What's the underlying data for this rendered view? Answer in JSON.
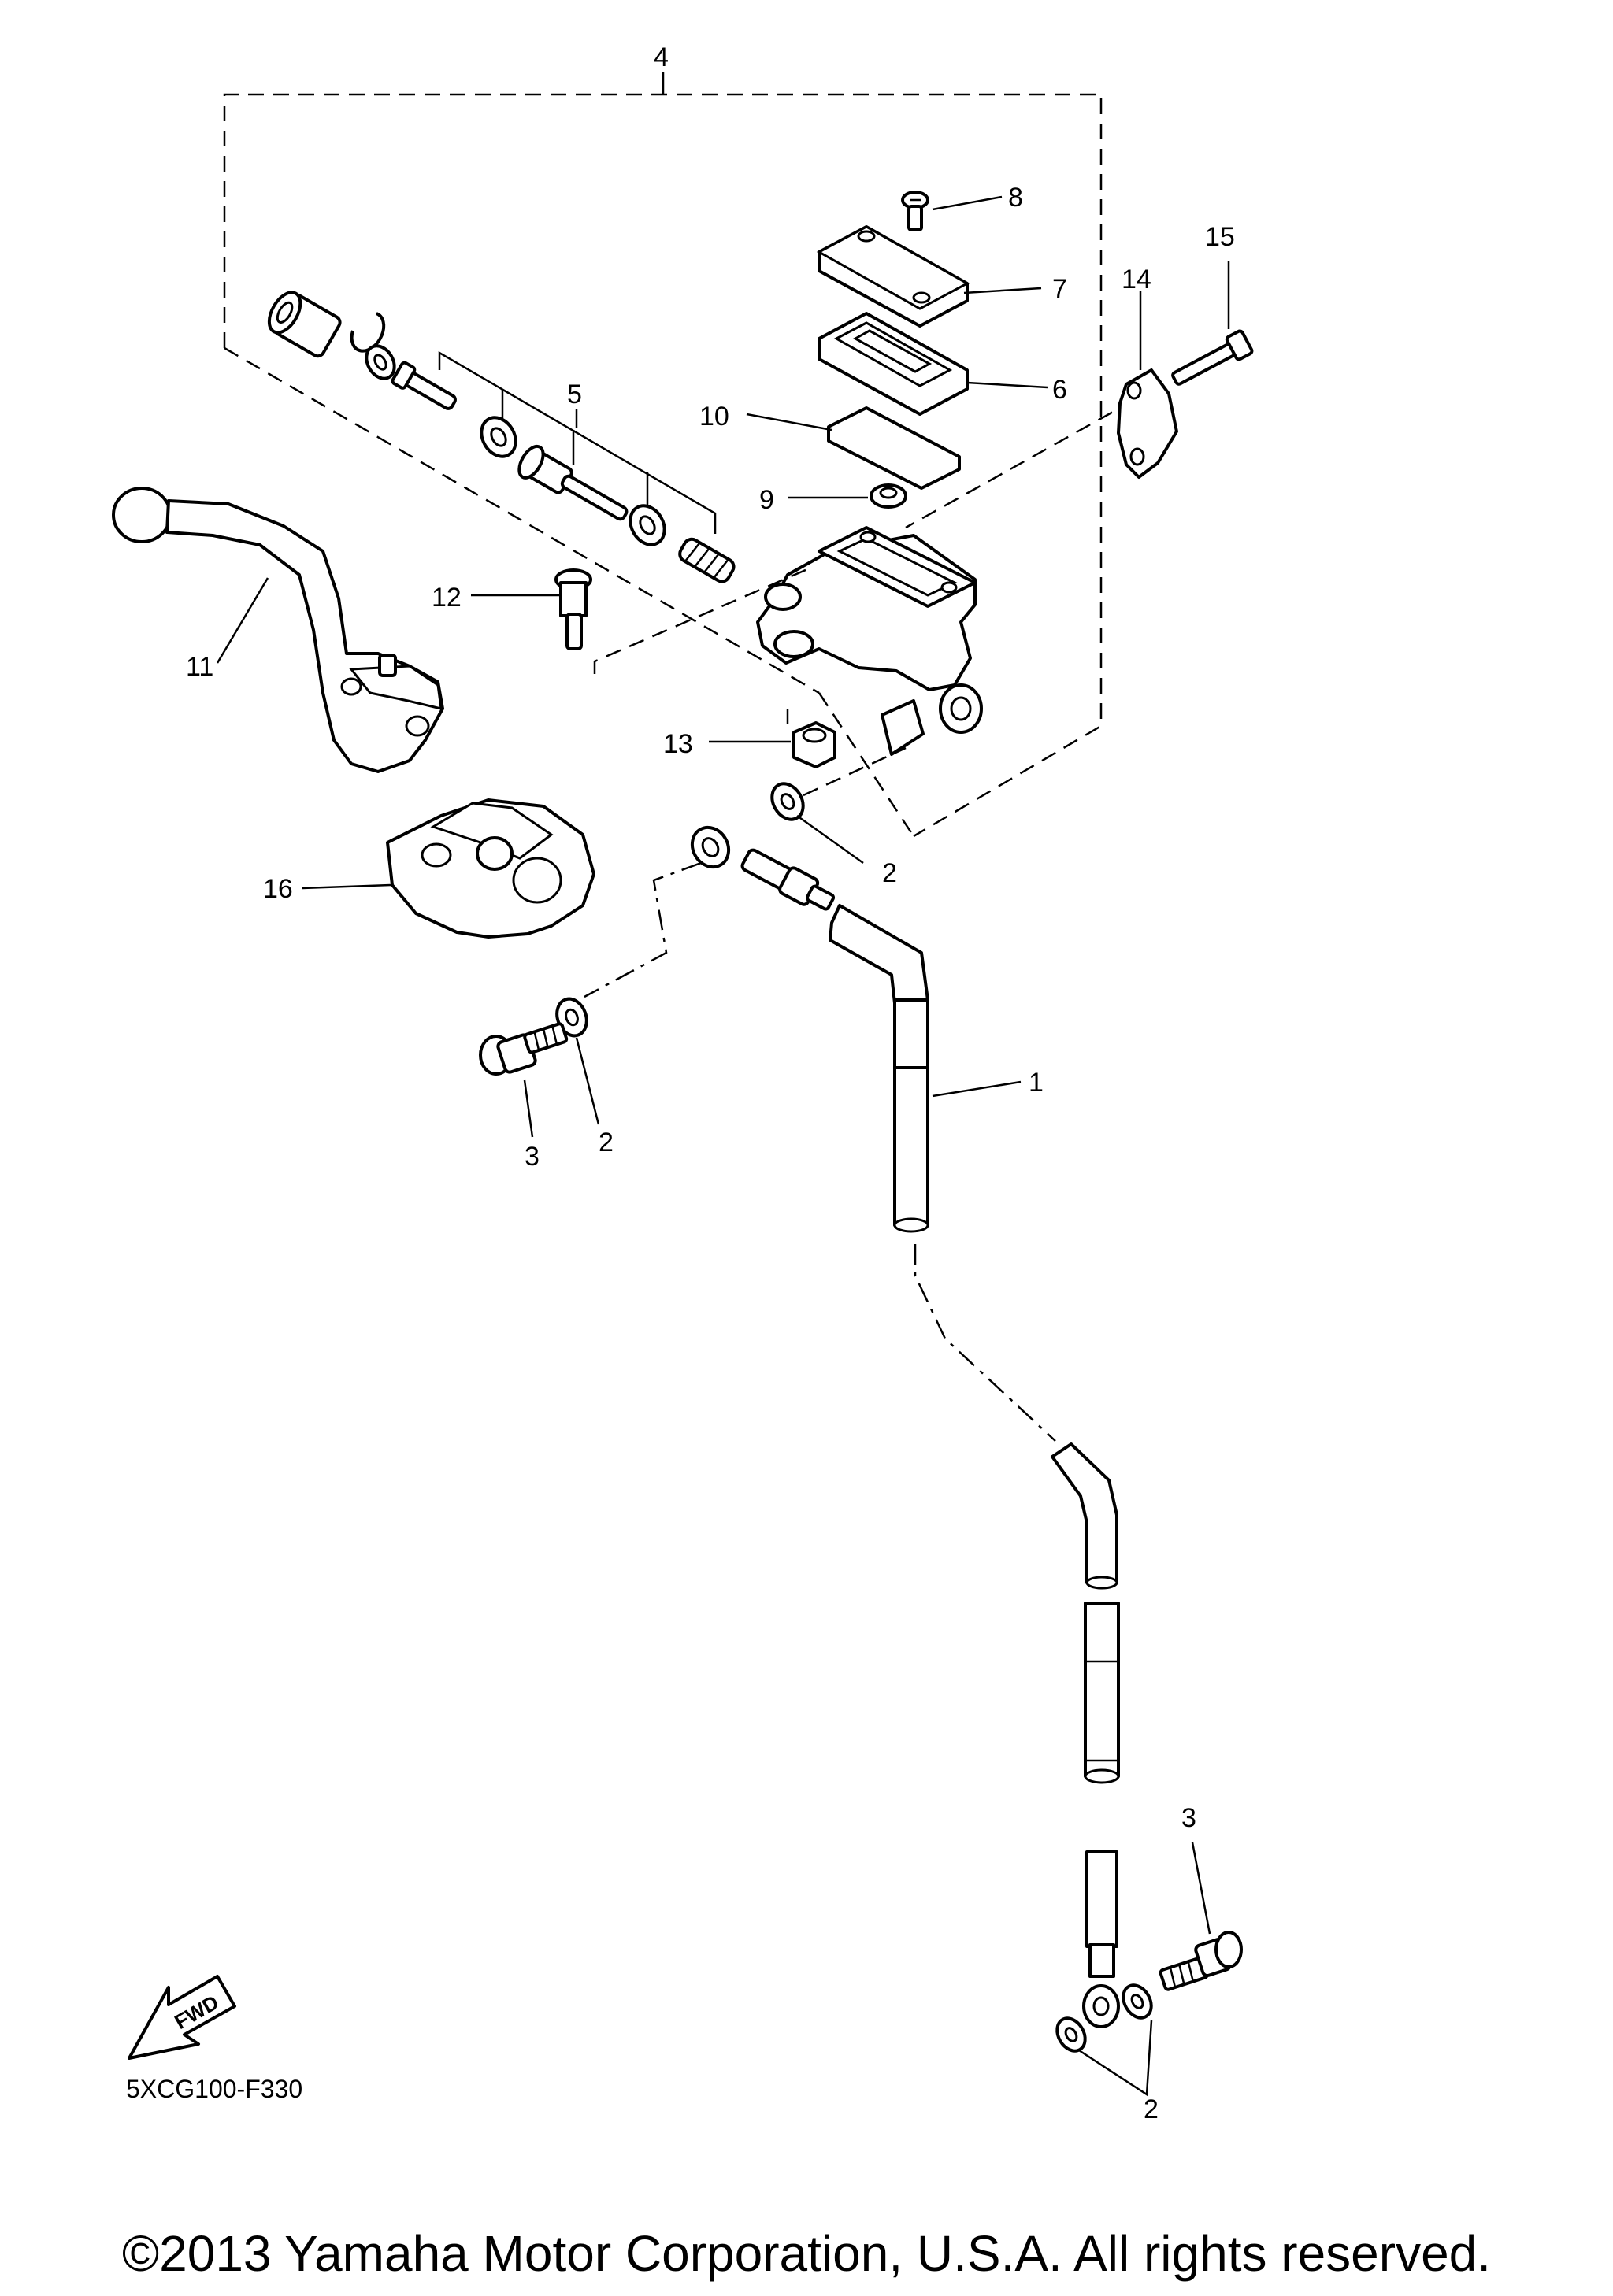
{
  "diagram": {
    "callouts": {
      "c1": "1",
      "c2a": "2",
      "c2b": "2",
      "c2c": "2",
      "c3a": "3",
      "c3b": "3",
      "c4": "4",
      "c5": "5",
      "c6": "6",
      "c7": "7",
      "c8": "8",
      "c9": "9",
      "c10": "10",
      "c11": "11",
      "c12": "12",
      "c13": "13",
      "c14": "14",
      "c15": "15",
      "c16": "16"
    },
    "fwd_label": "FWD",
    "drawing_code": "5XCG100-F330"
  },
  "footer": {
    "copyright": "©2013 Yamaha Motor Corporation, U.S.A. All rights reserved."
  }
}
